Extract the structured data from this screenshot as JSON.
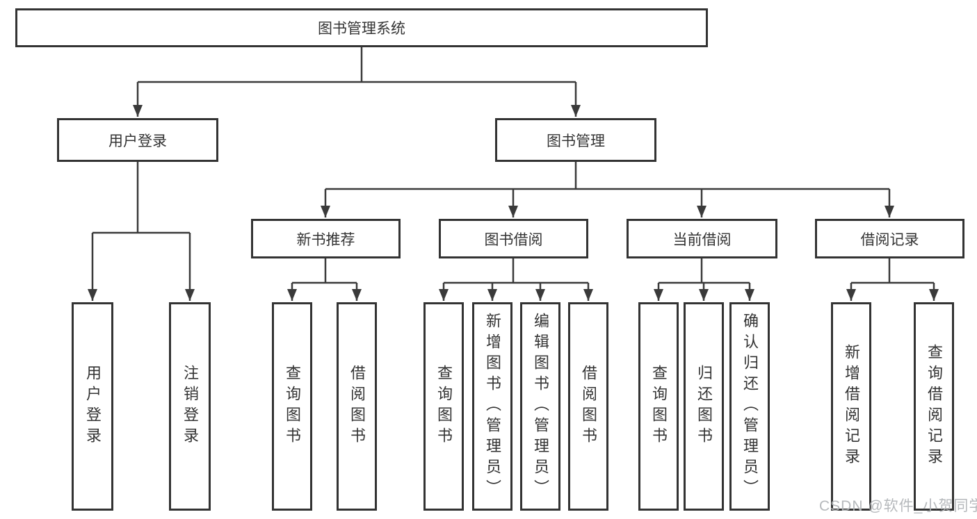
{
  "tree": {
    "label": "图书管理系统",
    "children": [
      {
        "label": "用户登录",
        "children": [
          {
            "label": "用户登录"
          },
          {
            "label": "注销登录"
          }
        ]
      },
      {
        "label": "图书管理",
        "children": [
          {
            "label": "新书推荐",
            "children": [
              {
                "label": "查询图书"
              },
              {
                "label": "借阅图书"
              }
            ]
          },
          {
            "label": "图书借阅",
            "children": [
              {
                "label": "查询图书"
              },
              {
                "label": "新增图书（管理员）"
              },
              {
                "label": "编辑图书（管理员）"
              },
              {
                "label": "借阅图书"
              }
            ]
          },
          {
            "label": "当前借阅",
            "children": [
              {
                "label": "查询图书"
              },
              {
                "label": "归还图书"
              },
              {
                "label": "确认归还（管理员）"
              }
            ]
          },
          {
            "label": "借阅记录",
            "children": [
              {
                "label": "新增借阅记录"
              },
              {
                "label": "查询借阅记录"
              }
            ]
          }
        ]
      }
    ]
  },
  "watermark": "CSDN @软件_小贺同学",
  "colors": {
    "line": "#3a3a3a",
    "box_border": "#333333",
    "text": "#333333",
    "watermark": "#b2b5b8",
    "background": "#ffffff"
  }
}
